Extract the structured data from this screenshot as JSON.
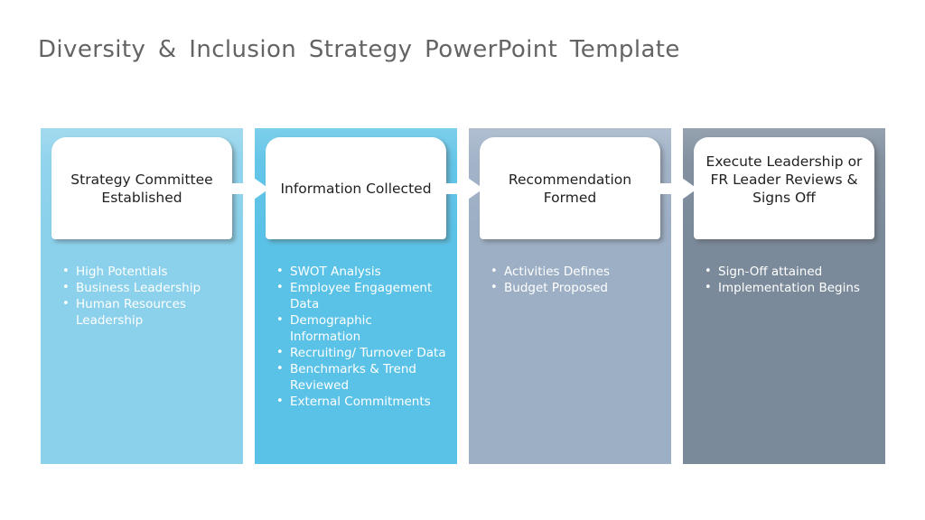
{
  "title": "Diversity & Inclusion Strategy PowerPoint Template",
  "colors": {
    "title_text": "#646464",
    "card_bg": "#FFFFFF",
    "card_text": "#212121",
    "bullet_text": "#FFFFFF",
    "arrow_fill": "#FFFFFF",
    "stage1_bg": "#8BD1EB",
    "stage2_bg": "#5BC2E7",
    "stage3_bg": "#9DAFC5",
    "stage4_bg": "#7B8A9A"
  },
  "stages": [
    {
      "header": "Strategy Committee Established",
      "bullets": [
        "High Potentials",
        "Business Leadership",
        "Human Resources Leadership"
      ]
    },
    {
      "header": "Information Collected",
      "bullets": [
        "SWOT Analysis",
        "Employee Engagement Data",
        "Demographic Information",
        "Recruiting/ Turnover Data",
        "Benchmarks & Trend Reviewed",
        "External Commitments"
      ]
    },
    {
      "header": "Recommendation Formed",
      "bullets": [
        "Activities Defines",
        "Budget Proposed"
      ]
    },
    {
      "header": "Execute Leadership or FR Leader Reviews & Signs Off",
      "bullets": [
        "Sign-Off attained",
        "Implementation Begins"
      ]
    }
  ]
}
